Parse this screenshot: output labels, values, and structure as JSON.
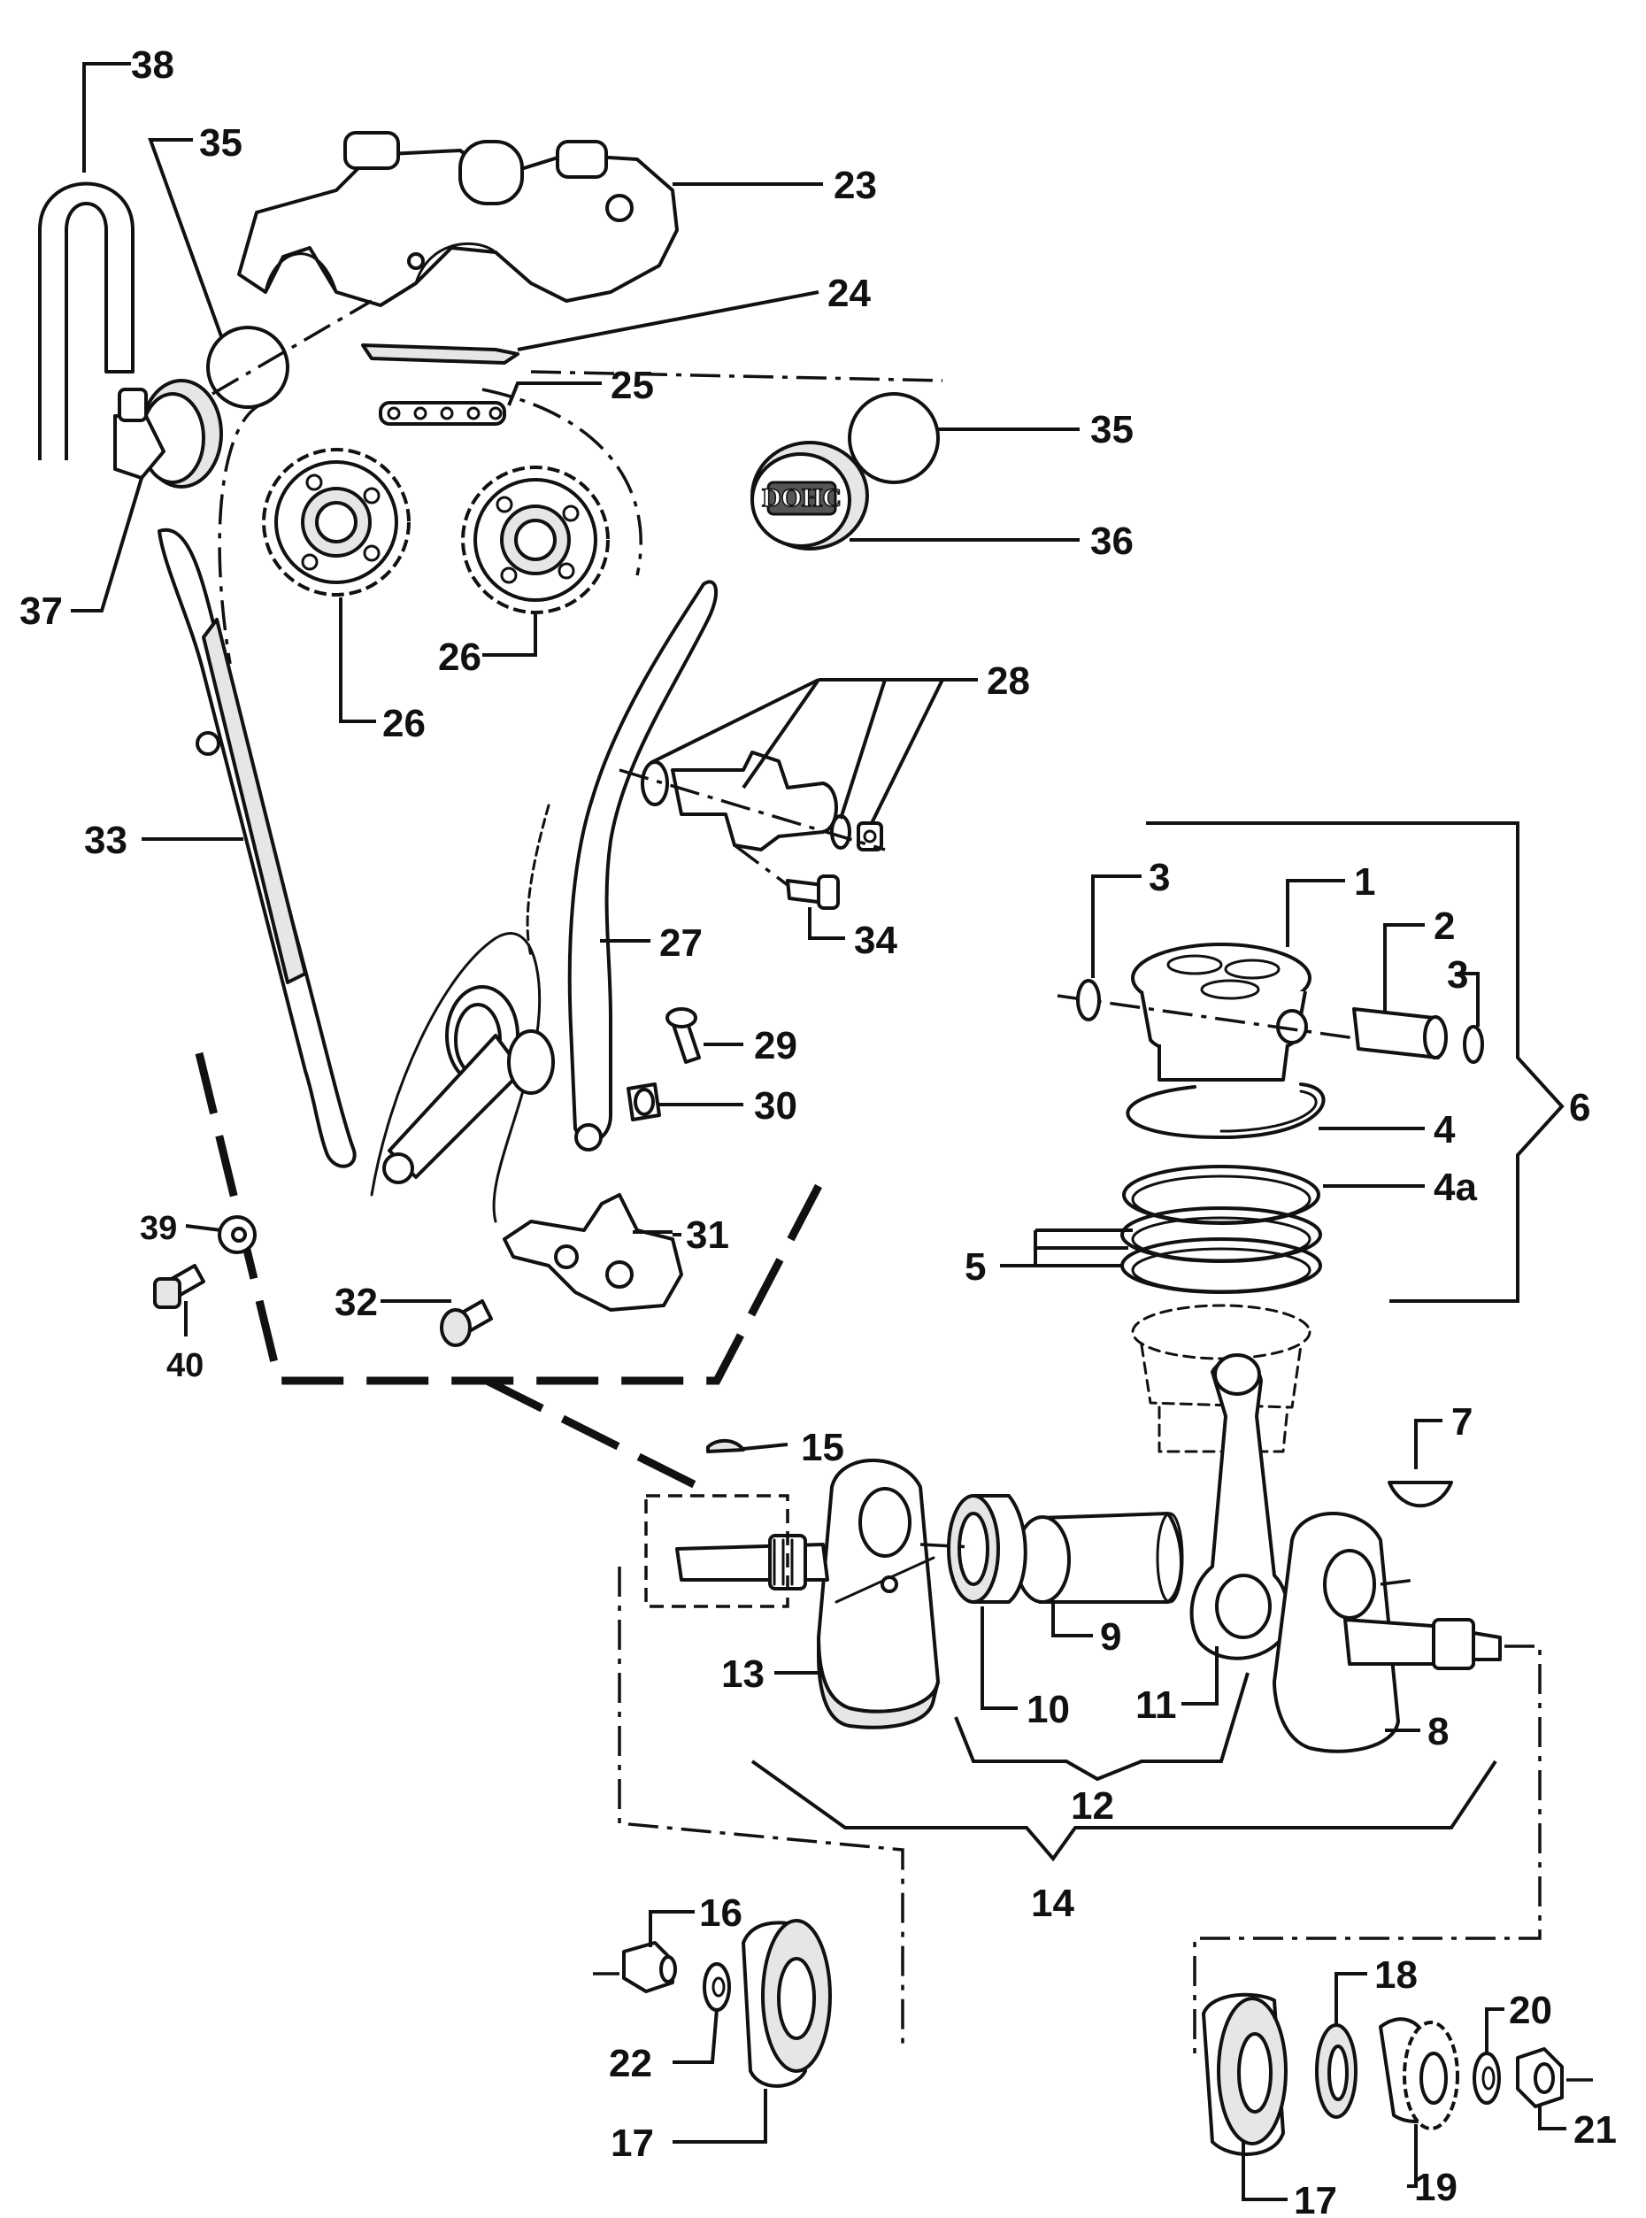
{
  "callouts": {
    "c1": "1",
    "c2": "2",
    "c3a": "3",
    "c3b": "3",
    "c4": "4",
    "c4a": "4a",
    "c5": "5",
    "c6": "6",
    "c7": "7",
    "c8": "8",
    "c9": "9",
    "c10": "10",
    "c11": "11",
    "c12": "12",
    "c13": "13",
    "c14": "14",
    "c15": "15",
    "c16": "16",
    "c17a": "17",
    "c17b": "17",
    "c18": "18",
    "c19": "19",
    "c20": "20",
    "c21": "21",
    "c22": "22",
    "c23": "23",
    "c24": "24",
    "c25": "25",
    "c26a": "26",
    "c26b": "26",
    "c27": "27",
    "c28": "28",
    "c29": "29",
    "c30": "30",
    "c31": "31",
    "c32": "32",
    "c33": "33",
    "c34": "34",
    "c35a": "35",
    "c35b": "35",
    "c36": "36",
    "c37": "37",
    "c38": "38",
    "c39": "39",
    "c40": "40"
  },
  "cap_marking": "DOHC"
}
